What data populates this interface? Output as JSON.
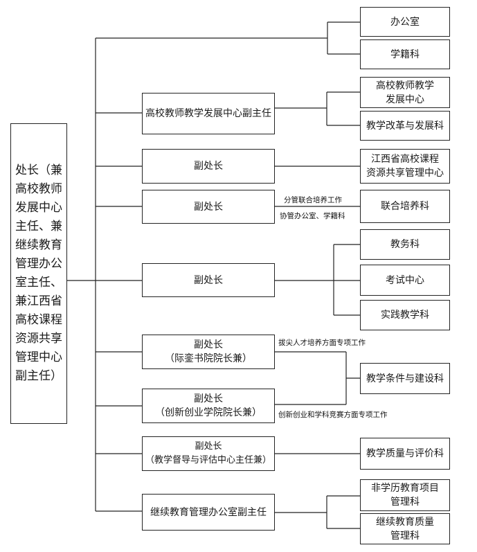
{
  "root": "处长（兼高校教师发展中心主任、兼继续教育管理办公室主任、兼江西省高校课程资源共享管理中心副主任）",
  "mid": [
    "高校教师教学发展中心副主任",
    "副处长",
    "副处长",
    "副处长",
    "副处长\n（际銮书院院长兼）",
    "副处长\n（创新创业学院院长兼）",
    "副处长\n（教学督导与评估中心主任兼）",
    "继续教育管理办公室副主任"
  ],
  "right": [
    "办公室",
    "学籍科",
    "高校教师教学\n发展中心",
    "教学改革与发展科",
    "江西省高校课程\n资源共享管理中心",
    "联合培养科",
    "教务科",
    "考试中心",
    "实践教学科",
    "教学条件与建设科",
    "教学质量与评价科",
    "非学历教育项目\n管理科",
    "继续教育质量\n管理科"
  ],
  "notes": [
    "分管联合培养工作",
    "协管办公室、学籍科",
    "拔尖人才培养方面专项工作",
    "创新创业和学科竞赛方面专项工作"
  ]
}
